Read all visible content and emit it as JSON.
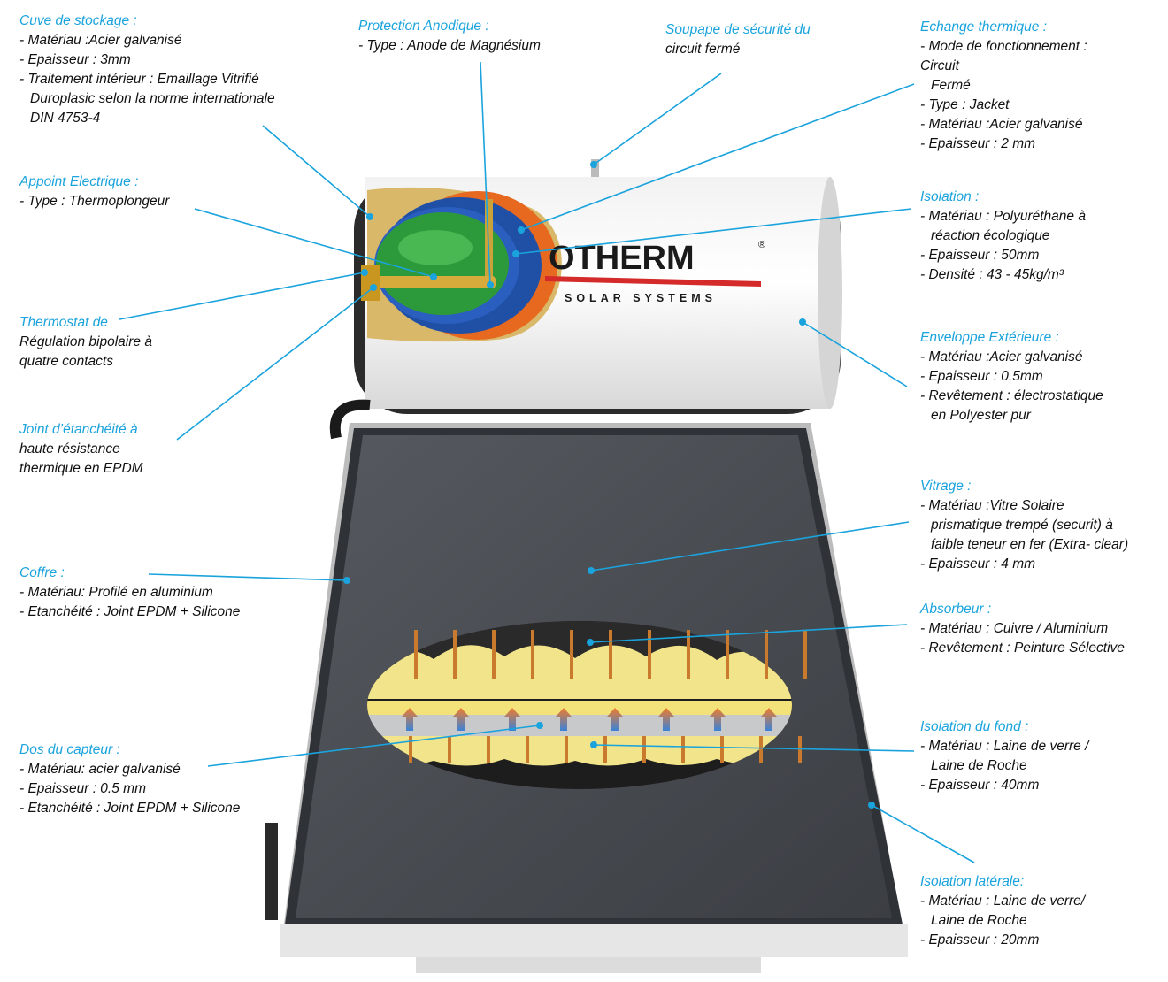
{
  "colors": {
    "accent": "#1aa3dc",
    "text": "#111111",
    "brand_red": "#d42a2a"
  },
  "brand": {
    "name": "ROTHERM",
    "visible": "OTHERM",
    "registered": "®",
    "tagline": "SOLAR SYSTEMS"
  },
  "annotations": [
    {
      "id": "cuve",
      "title": "Cuve de stockage :",
      "lines": [
        "- Matériau :Acier galvanisé",
        "- Epaisseur : 3mm",
        "- Traitement intérieur : Emaillage Vitrifié",
        "  Duroplasic selon la norme internationale",
        "  DIN 4753-4"
      ]
    },
    {
      "id": "anode",
      "title": "Protection Anodique :",
      "lines": [
        "- Type : Anode de Magnésium"
      ]
    },
    {
      "id": "soupape",
      "title": "Soupape de sécurité du",
      "lines": [
        "circuit fermé"
      ]
    },
    {
      "id": "echange",
      "title": "Echange thermique :",
      "lines": [
        "- Mode de fonctionnement :",
        "Circuit",
        "  Fermé",
        "- Type : Jacket",
        "- Matériau :Acier galvanisé",
        "- Epaisseur : 2 mm"
      ]
    },
    {
      "id": "appoint",
      "title": "Appoint Electrique :",
      "lines": [
        "- Type : Thermoplongeur"
      ]
    },
    {
      "id": "isolation",
      "title": "Isolation :",
      "lines": [
        "- Matériau : Polyuréthane à",
        "  réaction écologique",
        "- Epaisseur : 50mm",
        "- Densité : 43 - 45kg/m³"
      ]
    },
    {
      "id": "thermostat",
      "title": "Thermostat de",
      "lines": [
        "Régulation bipolaire à",
        "quatre contacts"
      ]
    },
    {
      "id": "enveloppe",
      "title": "Enveloppe Extérieure :",
      "lines": [
        "- Matériau :Acier galvanisé",
        "- Epaisseur : 0.5mm",
        "- Revêtement : électrostatique",
        "  en Polyester pur"
      ]
    },
    {
      "id": "joint",
      "title": "Joint d’étanchéité à",
      "lines": [
        "haute résistance",
        "thermique en EPDM"
      ]
    },
    {
      "id": "vitrage",
      "title": "Vitrage :",
      "lines": [
        "- Matériau :Vitre Solaire",
        "  prismatique trempé (securit) à",
        "  faible teneur en fer (Extra- clear)",
        "- Epaisseur : 4 mm"
      ]
    },
    {
      "id": "coffre",
      "title": "Coffre :",
      "lines": [
        "- Matériau: Profilé en aluminium",
        "- Etanchéité : Joint EPDM + Silicone"
      ]
    },
    {
      "id": "absorbeur",
      "title": "Absorbeur :",
      "lines": [
        "- Matériau : Cuivre / Aluminium",
        "- Revêtement : Peinture Sélective"
      ]
    },
    {
      "id": "dos",
      "title": "Dos du capteur :",
      "lines": [
        "- Matériau: acier galvanisé",
        "- Epaisseur : 0.5 mm",
        "- Etanchéité : Joint EPDM + Silicone"
      ]
    },
    {
      "id": "isofond",
      "title": "Isolation du fond :",
      "lines": [
        "- Matériau : Laine de verre /",
        "  Laine de Roche",
        "- Epaisseur : 40mm"
      ]
    },
    {
      "id": "isolat",
      "title": "Isolation latérale:",
      "lines": [
        "- Matériau : Laine de verre/",
        "  Laine de Roche",
        "- Epaisseur : 20mm"
      ]
    }
  ]
}
